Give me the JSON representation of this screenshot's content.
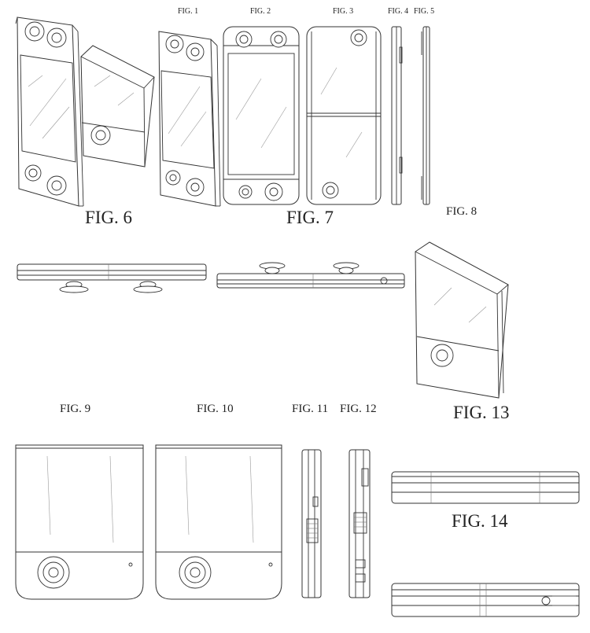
{
  "sheet": {
    "figures": [
      {
        "id": "fig-1",
        "label": "FIG. 1"
      },
      {
        "id": "fig-2",
        "label": "FIG. 2"
      },
      {
        "id": "fig-3",
        "label": "FIG. 3"
      },
      {
        "id": "fig-4",
        "label": "FIG. 4"
      },
      {
        "id": "fig-5",
        "label": "FIG. 5"
      },
      {
        "id": "fig-6",
        "label": "FIG. 6"
      },
      {
        "id": "fig-7",
        "label": "FIG. 7"
      },
      {
        "id": "fig-8",
        "label": "FIG. 8"
      },
      {
        "id": "fig-9",
        "label": "FIG. 9"
      },
      {
        "id": "fig-10",
        "label": "FIG. 10"
      },
      {
        "id": "fig-11",
        "label": "FIG. 11"
      },
      {
        "id": "fig-12",
        "label": "FIG. 12"
      },
      {
        "id": "fig-13",
        "label": "FIG. 13"
      },
      {
        "id": "fig-14",
        "label": "FIG. 14"
      }
    ]
  },
  "colors": {
    "ink": "#333333",
    "paper": "#ffffff"
  }
}
